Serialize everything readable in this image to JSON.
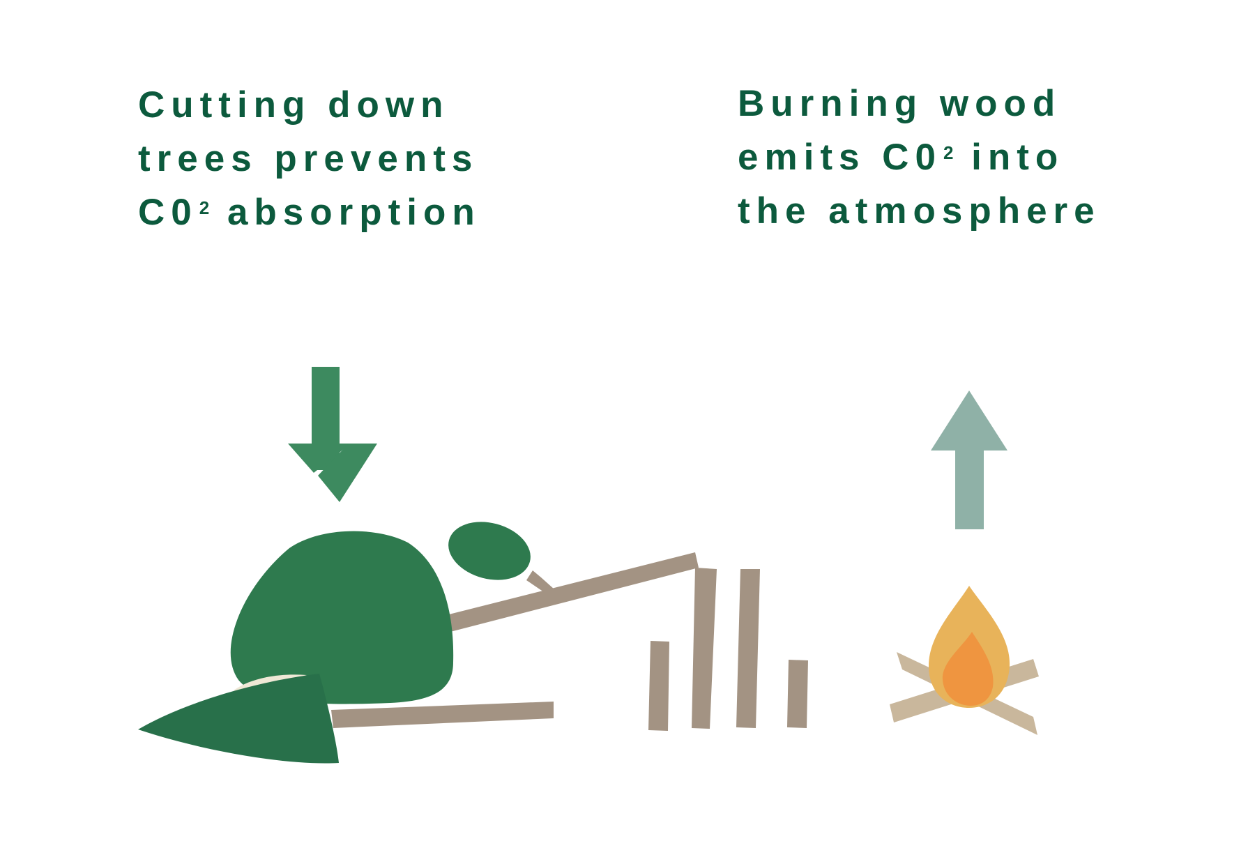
{
  "colors": {
    "text": "#0c5a3d",
    "foliage": "#2e7a4e",
    "foliage_dark": "#28704a",
    "wood": "#a39383",
    "down_arrow": "#3d8a5f",
    "up_arrow": "#8fb1a7",
    "flame_outer": "#e8b35a",
    "flame_inner": "#ef9540",
    "campfire_wood": "#c9b79c"
  },
  "icons": {
    "down": "arrow-down-icon",
    "up": "arrow-up-icon",
    "tree": "fallen-tree-icon",
    "logs": "cut-logs-icon",
    "fire": "campfire-icon"
  },
  "left_caption": {
    "line1": "Cutting down",
    "line2": "trees prevents",
    "line3_main": "C0",
    "line3_sup": "2",
    "line3_rest": " absorption"
  },
  "right_caption": {
    "line1": "Burning wood",
    "line2_main": "emits C0",
    "line2_sup": "2",
    "line2_rest": " into",
    "line3": "the atmosphere"
  }
}
